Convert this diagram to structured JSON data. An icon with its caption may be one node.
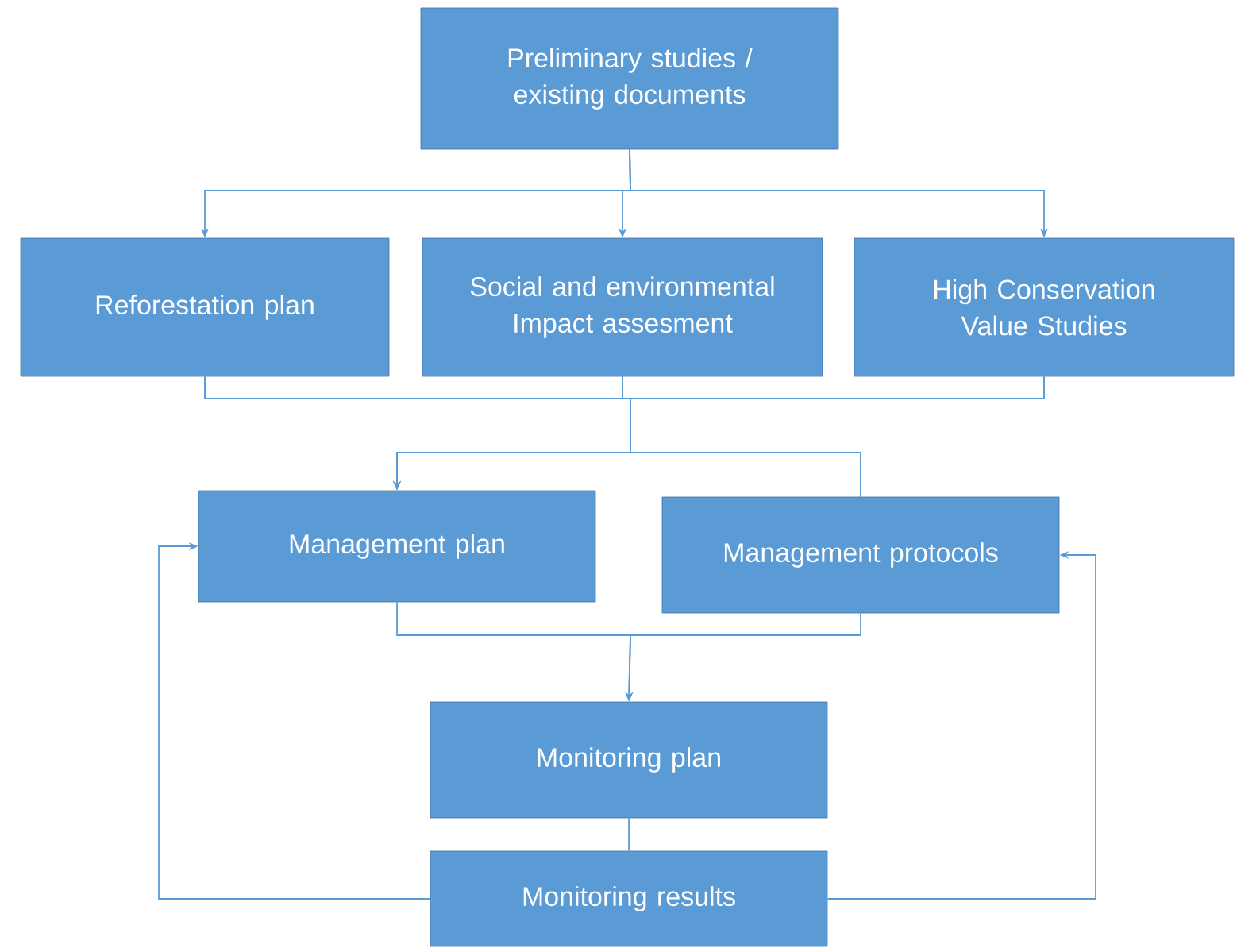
{
  "diagram": {
    "nodes": [
      {
        "text": [
          "Preliminary studies / existing documents"
        ]
      },
      {
        "text": [
          "Reforestation plan"
        ]
      },
      {
        "text": [
          "Social and environmental Impact assesment"
        ]
      },
      {
        "text": [
          "High Conservation Value Studies"
        ]
      },
      {
        "text": [
          "Management plan"
        ]
      },
      {
        "text": [
          "Management protocols"
        ]
      },
      {
        "text": [
          "Monitoring plan"
        ]
      },
      {
        "text": [
          "Monitoring results"
        ]
      }
    ],
    "edges": [
      {
        "from": 0,
        "to": 1,
        "arrow": "to"
      },
      {
        "from": 0,
        "to": 2,
        "arrow": "to"
      },
      {
        "from": 0,
        "to": 3,
        "arrow": "to"
      },
      {
        "from": 1,
        "to": 4,
        "arrow": "to"
      },
      {
        "from": 2,
        "to": 4,
        "arrow": "to"
      },
      {
        "from": 3,
        "to": 4,
        "arrow": "to"
      },
      {
        "from": 1,
        "to": 5,
        "arrow": "none"
      },
      {
        "from": 2,
        "to": 5,
        "arrow": "none"
      },
      {
        "from": 3,
        "to": 5,
        "arrow": "none"
      },
      {
        "from": 4,
        "to": 6,
        "arrow": "to"
      },
      {
        "from": 5,
        "to": 6,
        "arrow": "to"
      },
      {
        "from": 6,
        "to": 7,
        "arrow": "none"
      },
      {
        "from": 7,
        "to": 4,
        "arrow": "to"
      },
      {
        "from": 7,
        "to": 5,
        "arrow": "to"
      }
    ]
  }
}
